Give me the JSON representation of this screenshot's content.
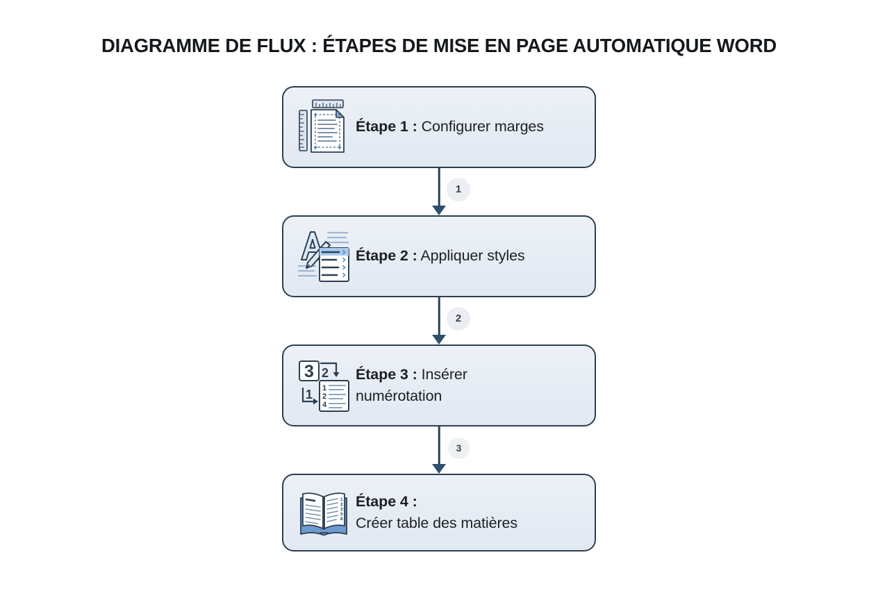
{
  "title": "DIAGRAMME DE FLUX : ÉTAPES DE MISE EN PAGE AUTOMATIQUE WORD",
  "colors": {
    "border": "#2c3e50",
    "node_fill": "#e8edf4",
    "arrow": "#2c5070",
    "badge_bg": "#eceef3",
    "text": "#1c1f24",
    "icon_blue": "#4f86c6",
    "icon_dark": "#2c3e50"
  },
  "steps": [
    {
      "id": "step-1",
      "icon": "document-margins-ruler-icon",
      "strong": "Étape 1 :",
      "rest": "Configurer marges",
      "line2": ""
    },
    {
      "id": "step-2",
      "icon": "letter-a-pen-styles-panel-icon",
      "strong": "Étape 2 :",
      "rest": "Appliquer styles",
      "line2": ""
    },
    {
      "id": "step-3",
      "icon": "numbering-reorder-list-icon",
      "strong": "Étape 3 :",
      "rest": "Insérer",
      "line2": "numérotation"
    },
    {
      "id": "step-4",
      "icon": "open-book-icon",
      "strong": "Étape 4 :",
      "rest": "",
      "line2": "Créer table des matières"
    }
  ],
  "connectors": [
    {
      "id": "connector-1",
      "badge": "1"
    },
    {
      "id": "connector-2",
      "badge": "2"
    },
    {
      "id": "connector-3",
      "badge": "3"
    }
  ]
}
